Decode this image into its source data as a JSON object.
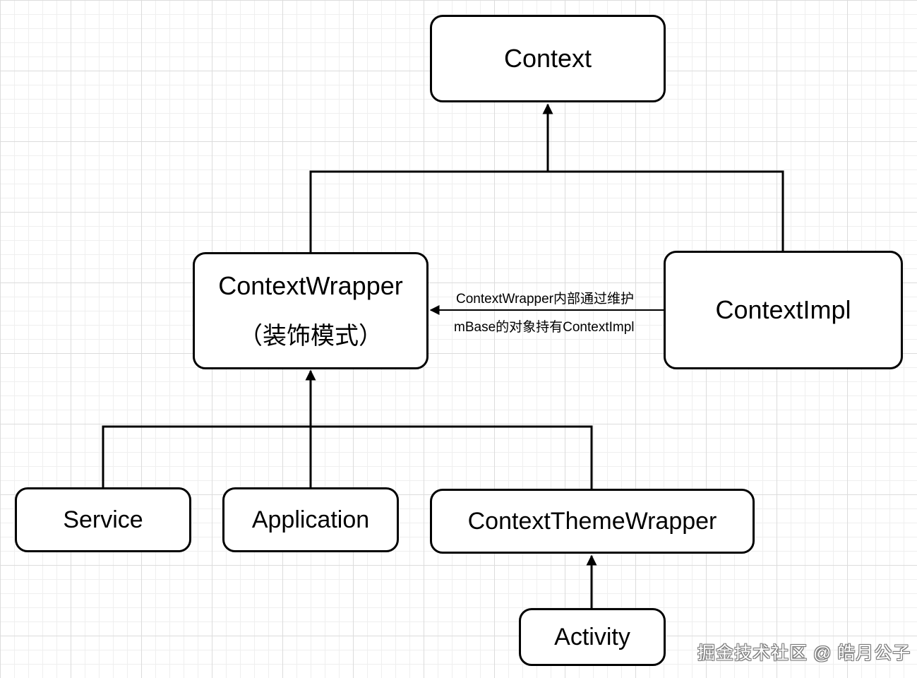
{
  "nodes": {
    "context": {
      "label": "Context"
    },
    "context_wrapper": {
      "label": "ContextWrapper",
      "sublabel": "（装饰模式）"
    },
    "context_impl": {
      "label": "ContextImpl"
    },
    "service": {
      "label": "Service"
    },
    "application": {
      "label": "Application"
    },
    "context_theme_wrapper": {
      "label": "ContextThemeWrapper"
    },
    "activity": {
      "label": "Activity"
    }
  },
  "edges": {
    "impl_to_wrapper": {
      "line1": "ContextWrapper内部通过维护",
      "line2": "mBase的对象持有ContextImpl"
    }
  },
  "watermark": "掘金技术社区 @ 皓月公子"
}
